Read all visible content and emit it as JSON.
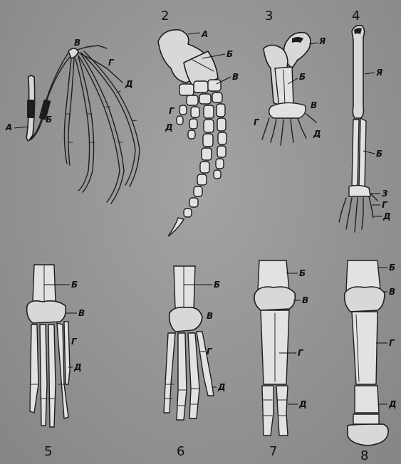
{
  "figures": [
    {
      "number": "",
      "labels": {
        "a": "А",
        "b": "Б",
        "v": "В",
        "g": "Г",
        "d": "Д"
      }
    },
    {
      "number": "2",
      "labels": {
        "a": "А",
        "b": "Б",
        "v": "В",
        "g": "Г",
        "d": "Д"
      }
    },
    {
      "number": "3",
      "labels": {
        "a": "Я",
        "b": "Б",
        "v": "В",
        "g": "Г",
        "d": "Д"
      }
    },
    {
      "number": "4",
      "labels": {
        "a": "Я",
        "b": "Б",
        "z": "З",
        "g": "Г",
        "d": "Д"
      }
    },
    {
      "number": "5",
      "labels": {
        "b": "Б",
        "v": "В",
        "g": "Г",
        "d": "Д"
      }
    },
    {
      "number": "6",
      "labels": {
        "b": "Б",
        "v": "В",
        "g": "Г",
        "d": "Д"
      }
    },
    {
      "number": "7",
      "labels": {
        "b": "Б",
        "v": "В",
        "g": "Г",
        "d": "Д"
      }
    },
    {
      "number": "8",
      "labels": {
        "b": "Б",
        "v": "В",
        "g": "Г",
        "d": "Д"
      }
    }
  ]
}
